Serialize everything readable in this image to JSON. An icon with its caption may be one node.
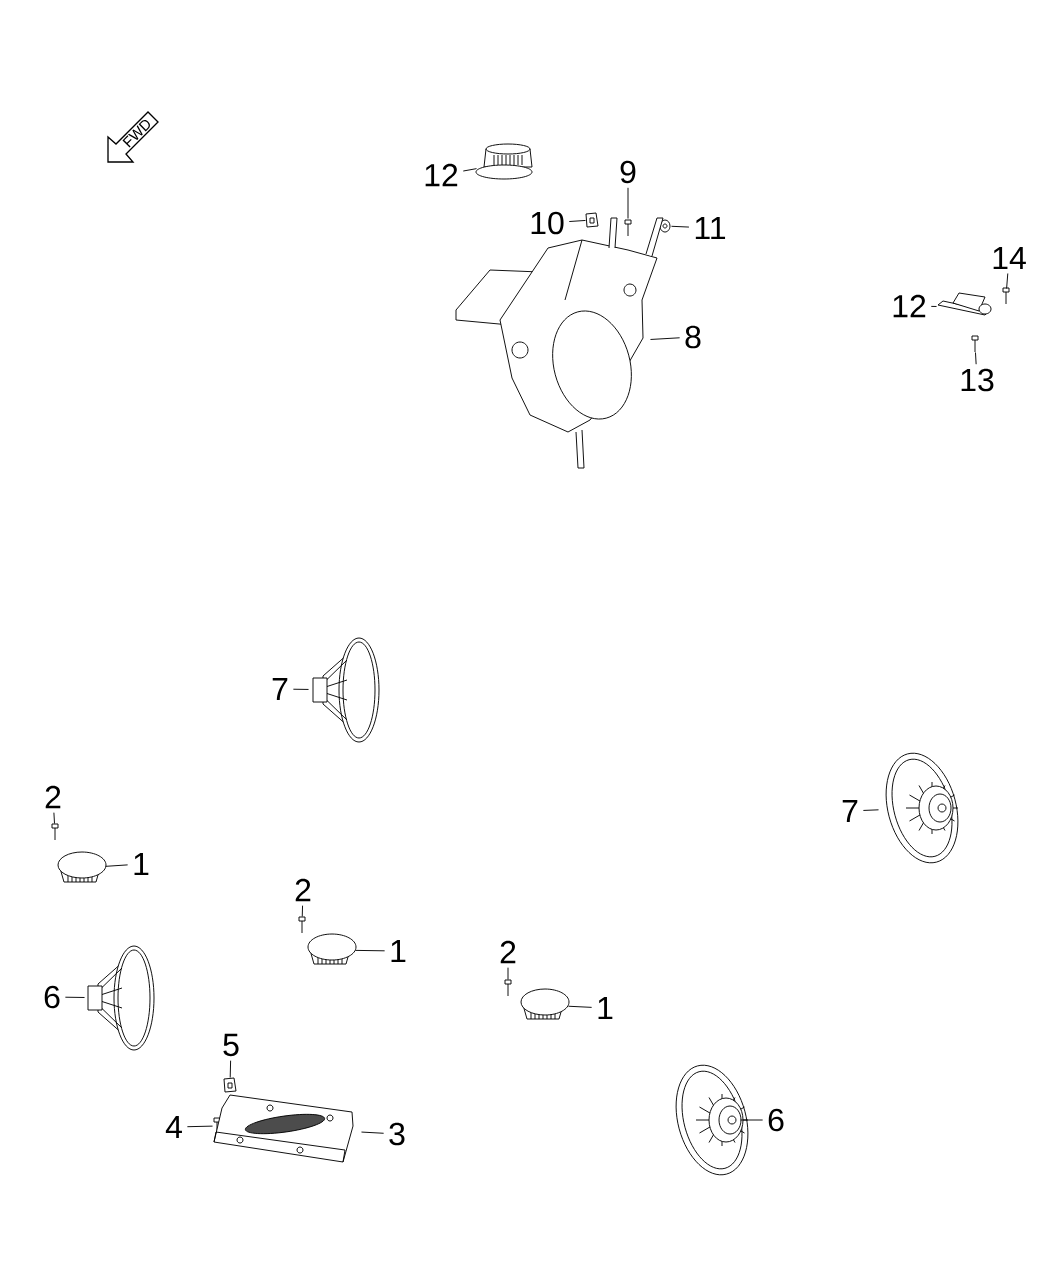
{
  "diagram": {
    "nodes": [
      {
        "text": [
          "12"
        ]
      },
      {
        "text": [],
        "shape": "picture"
      },
      {
        "text": [
          "9"
        ]
      },
      {
        "text": [],
        "shape": "picture"
      },
      {
        "text": [
          "10"
        ]
      },
      {
        "text": [],
        "shape": "picture"
      },
      {
        "text": [
          "11"
        ]
      },
      {
        "text": [],
        "shape": "picture"
      },
      {
        "text": [
          "8"
        ]
      },
      {
        "text": [],
        "shape": "picture"
      },
      {
        "text": [
          "14"
        ]
      },
      {
        "text": [],
        "shape": "picture"
      },
      {
        "text": [
          "12"
        ]
      },
      {
        "text": [],
        "shape": "picture"
      },
      {
        "text": [
          "13"
        ]
      },
      {
        "text": [],
        "shape": "picture"
      },
      {
        "text": [
          "7"
        ]
      },
      {
        "text": [],
        "shape": "picture"
      },
      {
        "text": [
          "2"
        ]
      },
      {
        "text": [],
        "shape": "picture"
      },
      {
        "text": [
          "1"
        ]
      },
      {
        "text": [],
        "shape": "picture"
      },
      {
        "text": [
          "7"
        ]
      },
      {
        "text": [],
        "shape": "picture"
      },
      {
        "text": [
          "2"
        ]
      },
      {
        "text": [],
        "shape": "picture"
      },
      {
        "text": [
          "1"
        ]
      },
      {
        "text": [],
        "shape": "picture"
      },
      {
        "text": [
          "6"
        ]
      },
      {
        "text": [],
        "shape": "picture"
      },
      {
        "text": [
          "2"
        ]
      },
      {
        "text": [],
        "shape": "picture"
      },
      {
        "text": [
          "1"
        ]
      },
      {
        "text": [],
        "shape": "picture"
      },
      {
        "text": [
          "5"
        ]
      },
      {
        "text": [],
        "shape": "picture"
      },
      {
        "text": [
          "4"
        ]
      },
      {
        "text": [],
        "shape": "picture"
      },
      {
        "text": [
          "3"
        ]
      },
      {
        "text": [],
        "shape": "picture"
      },
      {
        "text": [
          "6"
        ]
      },
      {
        "text": [],
        "shape": "picture"
      }
    ],
    "edges": [
      {
        "from": 0,
        "to": 1,
        "arrow": "none"
      },
      {
        "from": 2,
        "to": 3,
        "arrow": "none"
      },
      {
        "from": 4,
        "to": 5,
        "arrow": "none"
      },
      {
        "from": 6,
        "to": 7,
        "arrow": "none"
      },
      {
        "from": 8,
        "to": 9,
        "arrow": "none"
      },
      {
        "from": 10,
        "to": 11,
        "arrow": "none"
      },
      {
        "from": 12,
        "to": 13,
        "arrow": "none"
      },
      {
        "from": 14,
        "to": 15,
        "arrow": "none"
      },
      {
        "from": 16,
        "to": 17,
        "arrow": "none"
      },
      {
        "from": 18,
        "to": 19,
        "arrow": "none"
      },
      {
        "from": 20,
        "to": 21,
        "arrow": "none"
      },
      {
        "from": 22,
        "to": 23,
        "arrow": "none"
      },
      {
        "from": 24,
        "to": 25,
        "arrow": "none"
      },
      {
        "from": 26,
        "to": 27,
        "arrow": "none"
      },
      {
        "from": 28,
        "to": 29,
        "arrow": "none"
      },
      {
        "from": 30,
        "to": 31,
        "arrow": "none"
      },
      {
        "from": 32,
        "to": 33,
        "arrow": "none"
      },
      {
        "from": 34,
        "to": 35,
        "arrow": "none"
      },
      {
        "from": 36,
        "to": 37,
        "arrow": "none"
      },
      {
        "from": 38,
        "to": 39,
        "arrow": "none"
      },
      {
        "from": 40,
        "to": 41,
        "arrow": "none"
      }
    ],
    "labels": [
      "FWD"
    ]
  }
}
